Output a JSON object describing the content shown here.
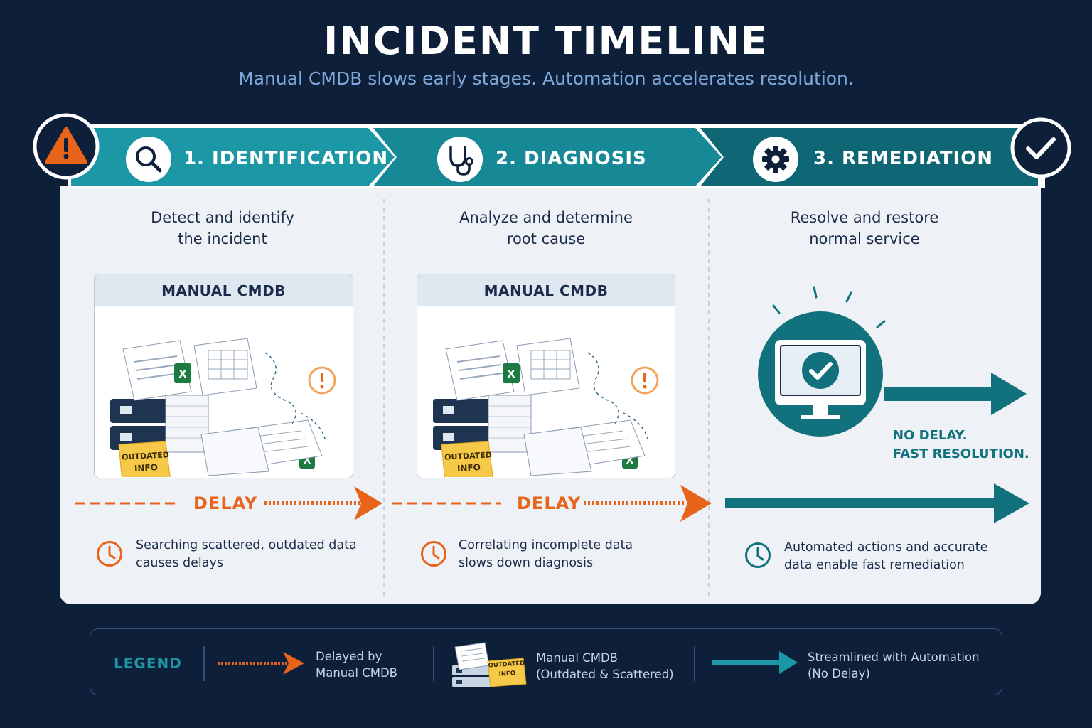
{
  "header": {
    "title": "INCIDENT TIMELINE",
    "subtitle": "Manual CMDB slows early stages. Automation accelerates resolution."
  },
  "stages": [
    {
      "title": "1. IDENTIFICATION",
      "icon": "magnifier-icon",
      "description_line1": "Detect and identify",
      "description_line2": "the incident",
      "box_label": "MANUAL CMDB",
      "sticky_line1": "OUTDATED",
      "sticky_line2": "INFO",
      "delay_label": "DELAY",
      "note_line1": "Searching scattered, outdated data",
      "note_line2": "causes delays"
    },
    {
      "title": "2. DIAGNOSIS",
      "icon": "stethoscope-icon",
      "description_line1": "Analyze and determine",
      "description_line2": "root cause",
      "box_label": "MANUAL CMDB",
      "sticky_line1": "OUTDATED",
      "sticky_line2": "INFO",
      "delay_label": "DELAY",
      "note_line1": "Correlating incomplete data",
      "note_line2": "slows down diagnosis"
    },
    {
      "title": "3. REMEDIATION",
      "icon": "gear-icon",
      "description_line1": "Resolve and restore",
      "description_line2": "normal service",
      "status_line1": "NO DELAY.",
      "status_line2": "FAST RESOLUTION.",
      "note_line1": "Automated actions and accurate",
      "note_line2": "data enable fast remediation"
    }
  ],
  "legend": {
    "title": "LEGEND",
    "items": [
      {
        "line1": "Delayed by",
        "line2": "Manual CMDB",
        "icon": "orange-dashed-arrow-icon"
      },
      {
        "line1": "Manual CMDB",
        "line2": "(Outdated & Scattered)",
        "icon": "document-stack-icon",
        "sticky_line1": "OUTDATED",
        "sticky_line2": "INFO"
      },
      {
        "line1": "Streamlined with Automation",
        "line2": "(No Delay)",
        "icon": "teal-arrow-icon"
      }
    ]
  },
  "colors": {
    "background": "#0e1f3a",
    "stage1": "#1b97a6",
    "stage2": "#168896",
    "stage3": "#0f6674",
    "delay": "#e8641a",
    "automation": "#11727e",
    "warning": "#e8641a"
  }
}
